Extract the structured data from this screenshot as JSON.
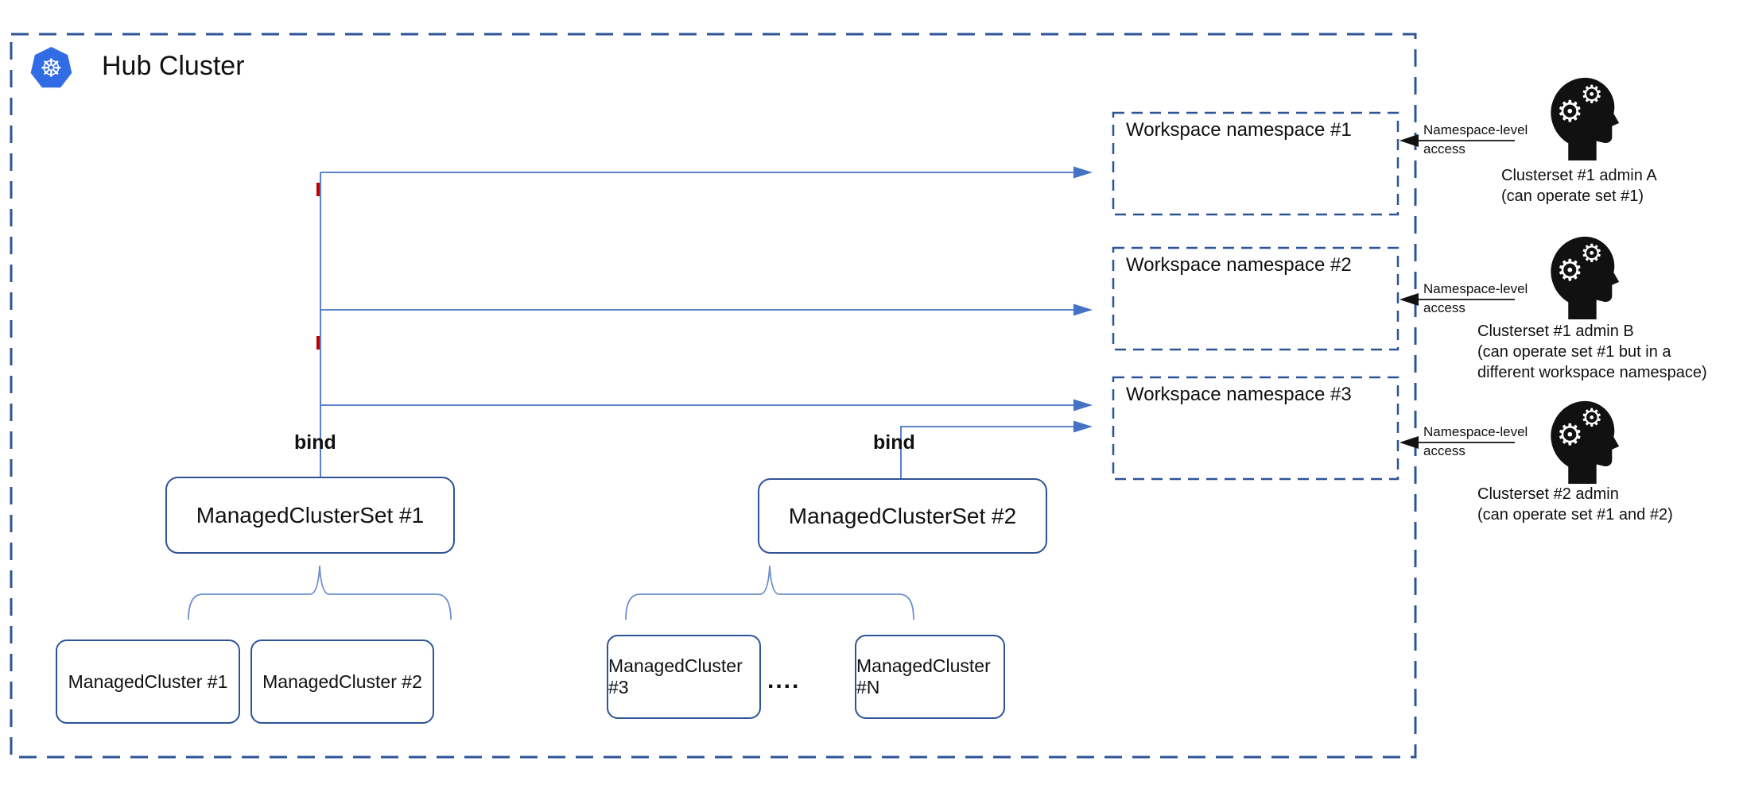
{
  "hub": {
    "title": "Hub Cluster"
  },
  "icons": {
    "k8s_wheel": "☸",
    "gear": "⚙",
    "dots": "...."
  },
  "workspaces": [
    {
      "label": "Workspace namespace #1"
    },
    {
      "label": "Workspace namespace #2"
    },
    {
      "label": "Workspace namespace #3"
    }
  ],
  "bind": {
    "label": "bind"
  },
  "clustersets": [
    {
      "label": "ManagedClusterSet #1"
    },
    {
      "label": "ManagedClusterSet #2"
    }
  ],
  "clusters": [
    {
      "label": "ManagedCluster #1"
    },
    {
      "label": "ManagedCluster #2"
    },
    {
      "label": "ManagedCluster #3"
    },
    {
      "label": "ManagedCluster #N"
    }
  ],
  "access": {
    "line1": "Namespace-level",
    "line2": "access"
  },
  "admins": [
    {
      "name": "Clusterset #1 admin A",
      "note": "(can operate set #1)"
    },
    {
      "name": "Clusterset #1 admin B",
      "note": "(can operate set #1 but in a different workspace namespace)"
    },
    {
      "name": "Clusterset #2 admin",
      "note": "(can operate set #1 and #2)"
    }
  ],
  "colors": {
    "connector_blue": "#4472C4",
    "border_blue": "#2E5496",
    "brace_blue": "#6C8FCC",
    "tick_red": "#C00000",
    "k8s_blue": "#326CE5",
    "icon_black": "#111111"
  }
}
